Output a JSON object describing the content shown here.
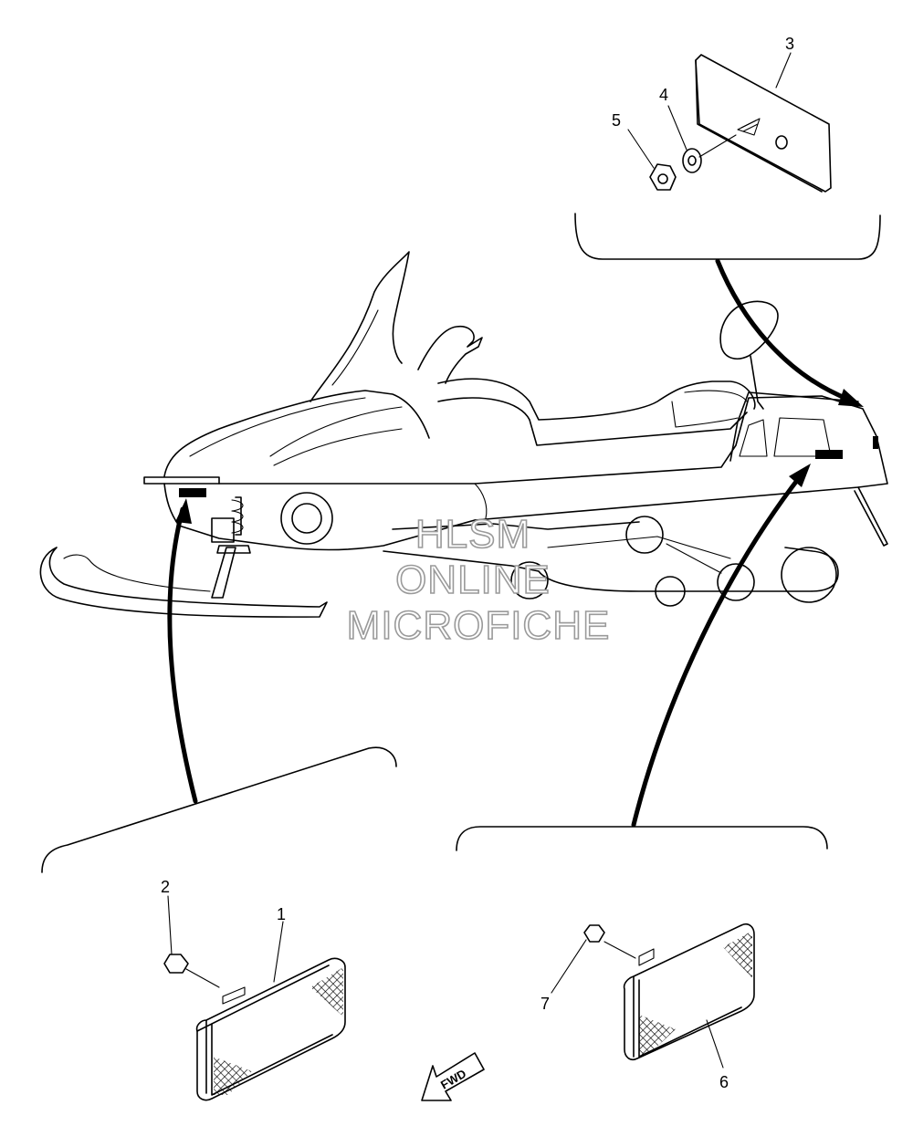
{
  "callouts": [
    {
      "id": "1",
      "label": "1"
    },
    {
      "id": "2",
      "label": "2"
    },
    {
      "id": "3",
      "label": "3"
    },
    {
      "id": "4",
      "label": "4"
    },
    {
      "id": "5",
      "label": "5"
    },
    {
      "id": "6",
      "label": "6"
    },
    {
      "id": "7",
      "label": "7"
    }
  ],
  "direction_arrow": {
    "label": "FWD",
    "icon": "forward-arrow-icon"
  },
  "watermark": {
    "line1": "HLSM",
    "line2": "ONLINE",
    "line3": "MICROFICHE",
    "color": "#9a9a9a"
  }
}
